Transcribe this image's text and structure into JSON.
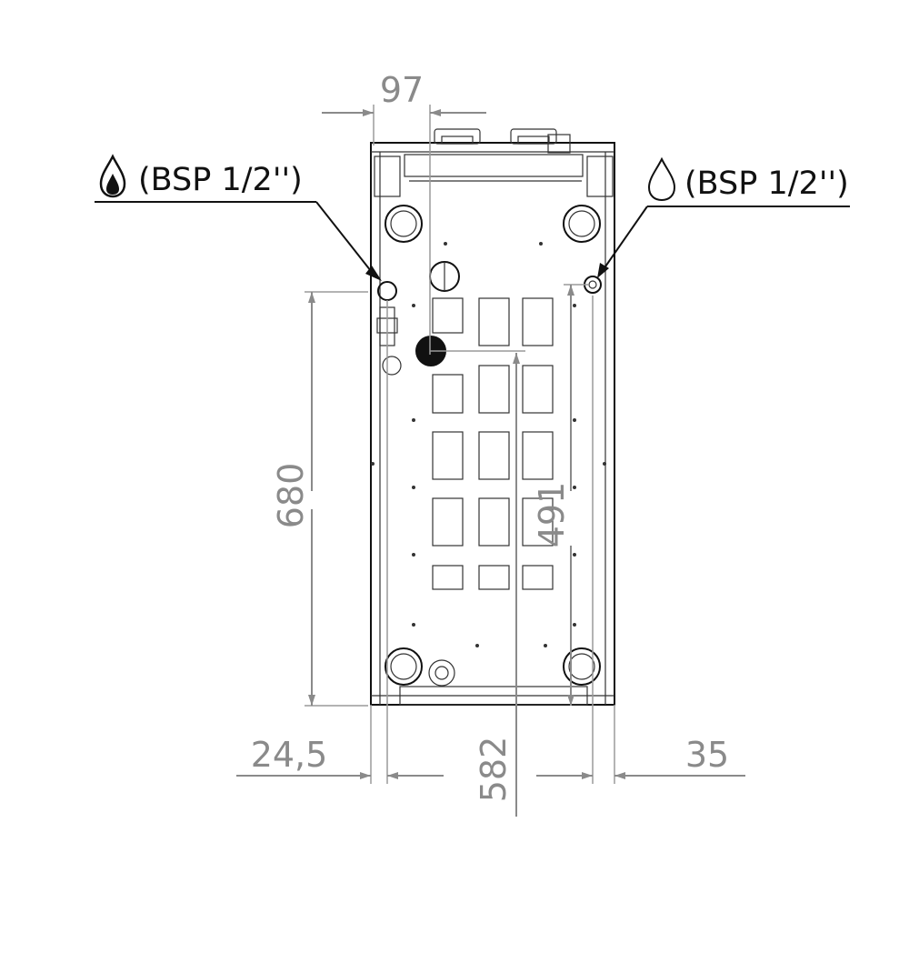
{
  "connections": {
    "gas": {
      "label": "(BSP 1/2'')",
      "icon": "gas-flame-icon"
    },
    "water": {
      "label": "(BSP 1/2'')",
      "icon": "water-drop-icon"
    }
  },
  "dimensions": {
    "top_width": "97",
    "height_left": "680",
    "height_inner": "491",
    "center_vertical": "582",
    "left_offset": "24,5",
    "right_offset": "35"
  },
  "colors": {
    "dimension": "#8a8a8a",
    "outline": "#111111"
  }
}
